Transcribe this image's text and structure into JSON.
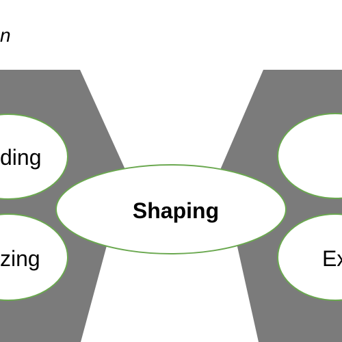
{
  "title_fragment": "n",
  "colors": {
    "band": "#7b7b7b",
    "node_fill": "#ffffff",
    "node_border": "#6aa84f",
    "text": "#000000"
  },
  "nodes": {
    "left_top": {
      "label": "ding"
    },
    "left_bottom": {
      "label": "zing"
    },
    "center": {
      "label": "Shaping"
    },
    "right_top": {
      "label": ""
    },
    "right_bottom": {
      "label": "Ex"
    }
  }
}
